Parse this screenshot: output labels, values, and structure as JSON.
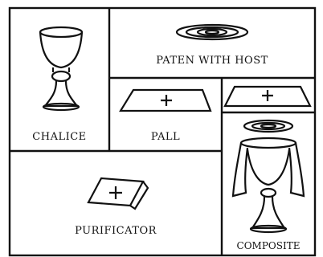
{
  "labels": {
    "chalice": "CHALICE",
    "paten": "PATEN WITH HOST",
    "pall": "PALL",
    "purificator": "PURIFICATOR",
    "composite": "COMPOSITE"
  },
  "icons": {
    "chalice": "chalice-icon",
    "paten": "paten-with-host-icon",
    "pall": "pall-icon",
    "purificator": "purificator-icon",
    "composite": "composite-icon"
  },
  "colors": {
    "ink": "#111111",
    "paper": "#ffffff"
  }
}
